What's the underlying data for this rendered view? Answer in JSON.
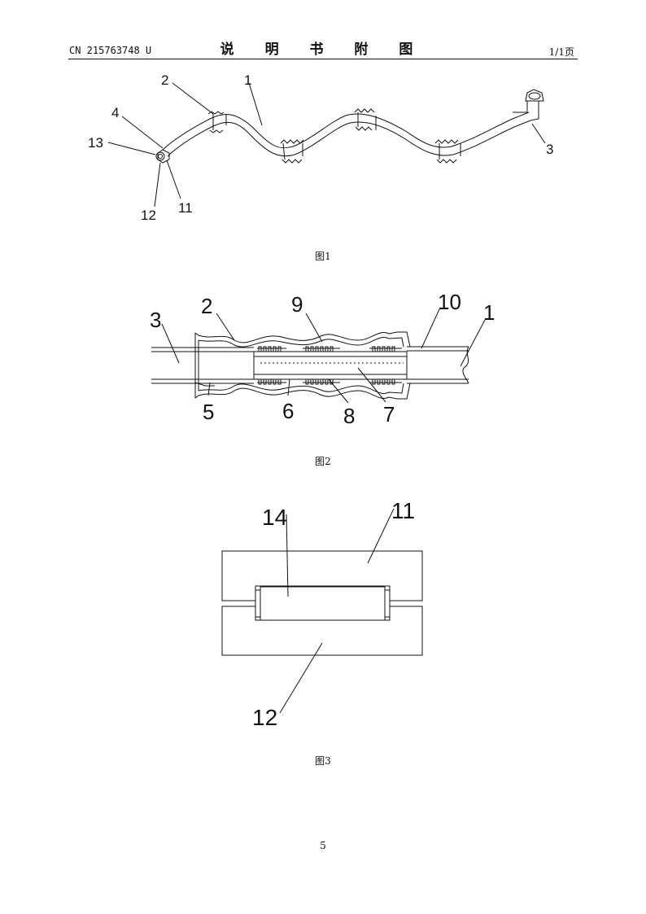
{
  "header": {
    "doc_number": "CN 215763748 U",
    "section_title": "说 明 书 附 图",
    "page_info": "1/1页"
  },
  "figures": [
    {
      "caption": "图1",
      "labels": [
        "2",
        "1",
        "4",
        "13",
        "3",
        "12",
        "11"
      ]
    },
    {
      "caption": "图2",
      "labels": [
        "3",
        "2",
        "9",
        "10",
        "1",
        "5",
        "6",
        "8",
        "7"
      ]
    },
    {
      "caption": "图3",
      "labels": [
        "14",
        "11",
        "12"
      ]
    }
  ],
  "footer": {
    "page_number": "5"
  }
}
